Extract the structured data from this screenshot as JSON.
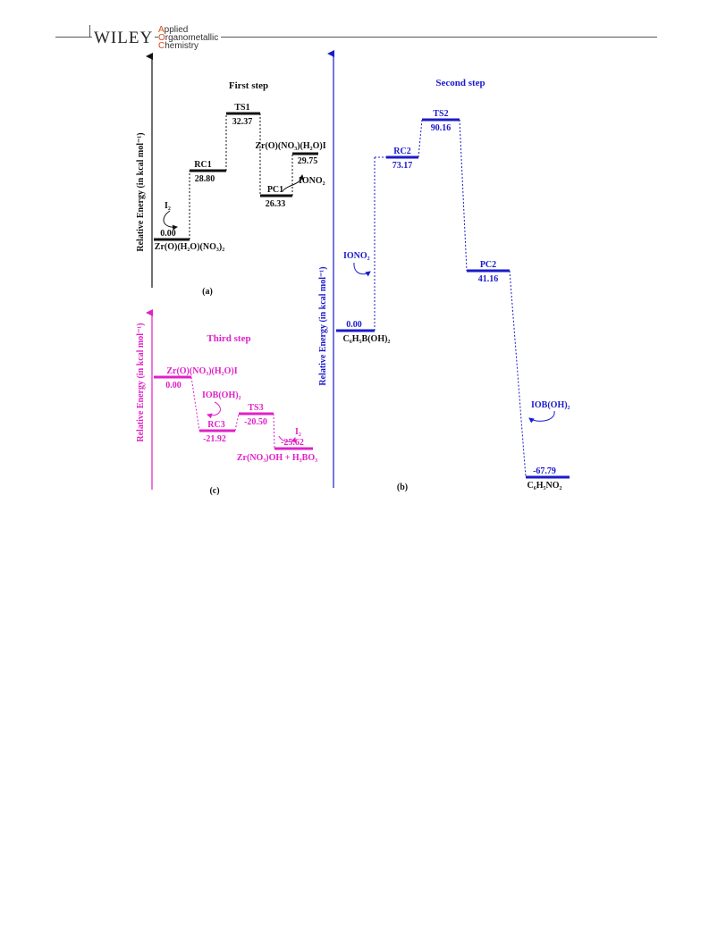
{
  "header": {
    "publisher": "WILEY",
    "journal_lines": [
      {
        "cap": "A",
        "rest": "pplied"
      },
      {
        "cap": "O",
        "rest": "rganometallic"
      },
      {
        "cap": "C",
        "rest": "hemistry"
      }
    ]
  },
  "colors": {
    "panel_a": "#111111",
    "panel_b": "#1a1acc",
    "panel_c": "#e020c8"
  },
  "chart_data": [
    {
      "type": "diagram",
      "panel": "(a)",
      "title": "First step",
      "ylabel": "Relative Energy (in kcal mol⁻¹)",
      "levels": [
        {
          "name": "Zr(O)(H₂O)(NO₃)₂",
          "value": 0.0
        },
        {
          "name": "RC1",
          "value": 28.8
        },
        {
          "name": "TS1",
          "value": 32.37
        },
        {
          "name": "PC1",
          "value": 26.33
        },
        {
          "name": "Zr(O)(NO₃)(H₂O)I",
          "value": 29.75
        }
      ],
      "annotations": [
        "I₂",
        "IONO₂"
      ]
    },
    {
      "type": "diagram",
      "panel": "(b)",
      "title": "Second step",
      "ylabel": "Relative Energy (in kcal mol⁻¹)",
      "levels": [
        {
          "name": "C₆H₅B(OH)₂",
          "value": 0.0
        },
        {
          "name": "RC2",
          "value": 73.17
        },
        {
          "name": "TS2",
          "value": 90.16
        },
        {
          "name": "PC2",
          "value": 41.16
        },
        {
          "name": "C₆H₅NO₂",
          "value": -67.79
        }
      ],
      "annotations": [
        "IONO₂",
        "IOB(OH)₂"
      ]
    },
    {
      "type": "diagram",
      "panel": "(c)",
      "title": "Third step",
      "ylabel": "Relative Energy (in kcal mol⁻¹)",
      "levels": [
        {
          "name": "Zr(O)(NO₃)(H₂O)I",
          "value": 0.0
        },
        {
          "name": "RC3",
          "value": -21.92
        },
        {
          "name": "TS3",
          "value": -20.5
        },
        {
          "name": "Zr(NO₃)OH + H₃BO₃",
          "value": -25.62
        }
      ],
      "annotations": [
        "IOB(OH)₂",
        "I₂"
      ]
    }
  ]
}
